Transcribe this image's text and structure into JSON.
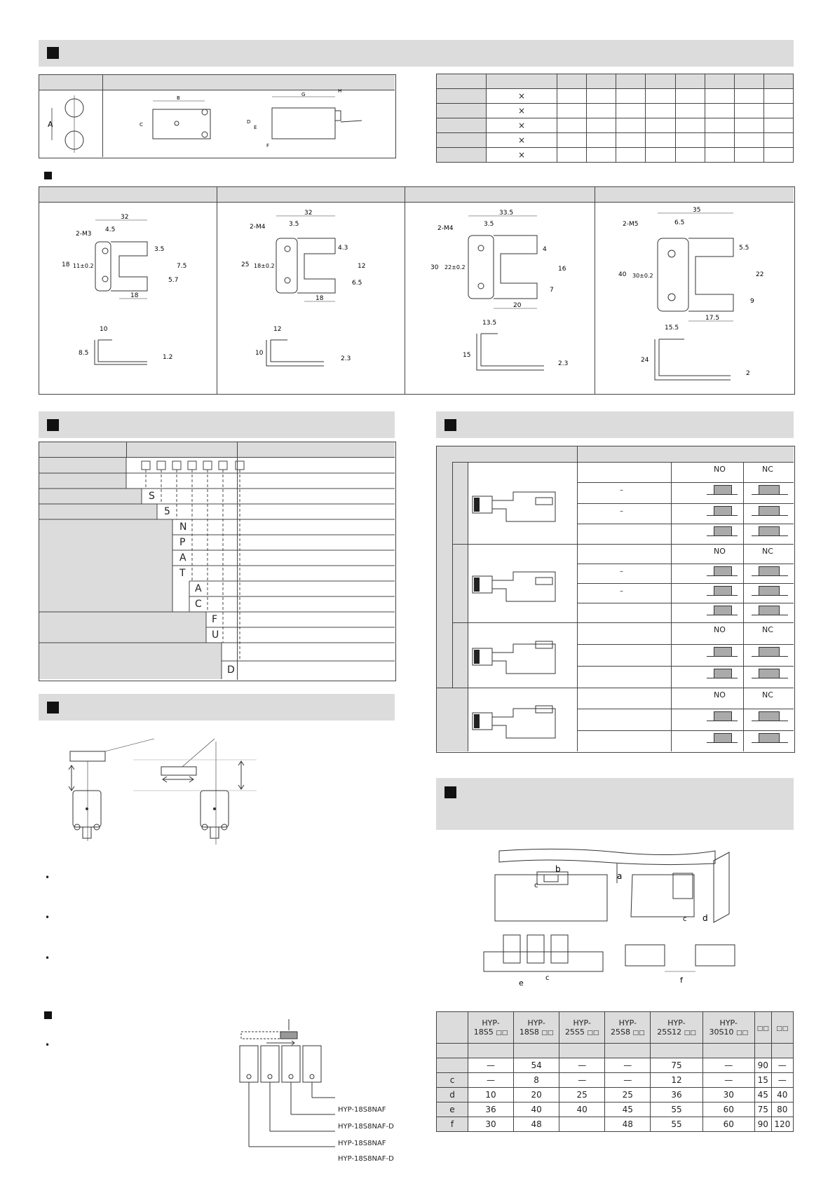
{
  "mounting_table": {
    "rows": [
      {
        "mark": "×"
      },
      {
        "mark": "×"
      },
      {
        "mark": "×"
      },
      {
        "mark": "×"
      },
      {
        "mark": "×"
      }
    ]
  },
  "figure_labels": {
    "mount_A": "A",
    "mount_B": "B",
    "mount_C": "C",
    "mount_D": "D",
    "mount_E": "E",
    "mount_F": "F",
    "mount_G": "G",
    "mount_H": "H"
  },
  "brackets": [
    {
      "width": "32",
      "hole": "2-M3",
      "pitch": "4.5",
      "gap_top": "3.5",
      "height": "18",
      "hole_span": "11±0.2",
      "slot": "7.5",
      "slot_bot": "5.7",
      "inner": "18",
      "side_w": "10",
      "side_h": "8.5",
      "thick": "1.2"
    },
    {
      "width": "32",
      "hole": "2-M4",
      "pitch": "3.5",
      "gap_top": "4.3",
      "height": "25",
      "hole_span": "18±0.2",
      "slot": "12",
      "slot_bot": "6.5",
      "inner": "18",
      "side_w": "12",
      "side_h": "10",
      "thick": "2.3"
    },
    {
      "width": "33.5",
      "hole": "2-M4",
      "pitch": "3.5",
      "gap_top": "4",
      "height": "30",
      "hole_span": "22±0.2",
      "slot": "16",
      "slot_bot": "7",
      "inner": "20",
      "side_w": "13.5",
      "side_h": "15",
      "thick": "2.3"
    },
    {
      "width": "35",
      "hole": "2-M5",
      "pitch": "6.5",
      "gap_top": "5.5",
      "height": "40",
      "hole_span": "30±0.2",
      "slot": "22",
      "slot_bot": "9",
      "inner": "17.5",
      "side_w": "15.5",
      "side_h": "24",
      "thick": "2"
    }
  ],
  "model_code": {
    "letters": [
      "S",
      "5",
      "N",
      "P",
      "A",
      "T",
      "A",
      "C",
      "F",
      "U",
      "D"
    ]
  },
  "output_table": {
    "no": "NO",
    "nc": "NC",
    "dash": "–"
  },
  "spacing_labels": [
    "a",
    "b",
    "c",
    "c",
    "d",
    "e",
    "c",
    "f"
  ],
  "spacing_table": {
    "headers": [
      {
        "line1": "HYP-",
        "line2": "18S5",
        "suffix": "□□"
      },
      {
        "line1": "HYP-",
        "line2": "18S8",
        "suffix": "□□"
      },
      {
        "line1": "HYP-",
        "line2": "25S5",
        "suffix": "□□"
      },
      {
        "line1": "HYP-",
        "line2": "25S8",
        "suffix": "□□"
      },
      {
        "line1": "HYP-",
        "line2": "25S12",
        "suffix": "□□"
      },
      {
        "line1": "HYP-",
        "line2": "30S10",
        "suffix": "□□"
      },
      {
        "line1": "",
        "line2": "",
        "suffix": "□□"
      },
      {
        "line1": "",
        "line2": "",
        "suffix": "□□"
      }
    ],
    "rows": [
      {
        "label": "",
        "values": [
          "",
          "",
          "",
          "",
          "",
          "",
          "",
          ""
        ]
      },
      {
        "label": "",
        "values": [
          "—",
          "54",
          "—",
          "—",
          "75",
          "—",
          "90",
          "—"
        ]
      },
      {
        "label": "c",
        "values": [
          "—",
          "8",
          "—",
          "—",
          "12",
          "—",
          "15",
          "—"
        ]
      },
      {
        "label": "d",
        "values": [
          "10",
          "20",
          "25",
          "25",
          "36",
          "30",
          "45",
          "40"
        ]
      },
      {
        "label": "e",
        "values": [
          "36",
          "40",
          "40",
          "45",
          "55",
          "60",
          "75",
          "80"
        ]
      },
      {
        "label": "f",
        "values": [
          "30",
          "48",
          "",
          "48",
          "55",
          "60",
          "90",
          "120"
        ]
      }
    ]
  },
  "interference_models": [
    "HYP-18S8NAF",
    "HYP-18S8NAF-D",
    "HYP-18S8NAF",
    "HYP-18S8NAF-D"
  ],
  "bullets": [
    "•",
    "•",
    "•",
    "•"
  ]
}
